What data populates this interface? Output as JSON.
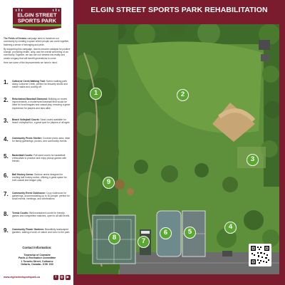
{
  "title": "ELGIN STREET SPORTS PARK REHABILITATION",
  "logo": {
    "line1": "ELGIN STREET",
    "line2": "SPORTS PARK",
    "brand_color": "#7b1b2e",
    "accent_color": "#5aa832"
  },
  "intro": {
    "bold": "The Fields of Dreams",
    "p1": "campaign aims to transform our community by creating a space where people can come together, fostering a sense of belonging and pride.",
    "p2": "By supporting this campaign, donors become catalysts for positive change, promoting health, unity, and the overall well-being of our community. Together, we can turn our dreams into reality and create a legacy that will benefit generations to come.",
    "p3": "Here are some of the improvements we have in mind:"
  },
  "items": [
    {
      "num": "1.",
      "title": "Colborne Creek Walking Trail:",
      "desc": "Scenic walking path along Colborne Creek, perfect for leisurely strolls and nature walks and cooling off."
    },
    {
      "num": "2.",
      "title": "Refurbished Baseball Diamond:",
      "desc": "Building on recent improvements, a modernized baseball field would be ideal for local leagues and casual play, ensuring a great experience for players and fans alike."
    },
    {
      "num": "3.",
      "title": "Beach Volleyball Courts:",
      "desc": "Sand courts available for beach volleyball fun, a great spot for players of all ages."
    },
    {
      "num": "4.",
      "title": "Community Picnic Shelter:",
      "desc": "Covered picnic area, ideal for family gatherings, picnics, and community events."
    },
    {
      "num": "5.",
      "title": "Basketball Courts:",
      "desc": "Full sized courts for basketball enthusiasts to practice and enjoy pickup games with friends."
    },
    {
      "num": "6.",
      "title": "Ball Hockey Arena:",
      "desc": "Outdoor arena designed for exciting ball hockey action, offering a great space for both casual and league play."
    },
    {
      "num": "7.",
      "title": "Community Event Clubhouse:",
      "desc": "Cozy clubhouse for gatherings, accommodating up to 30 people, perfect for small events, meetings, and celebrations."
    },
    {
      "num": "8.",
      "title": "Tennis Courts:",
      "desc": "Well-maintained courts for friendly games and competitive matches, open to all skill levels."
    },
    {
      "num": "9.",
      "title": "Community Flower Gardens:",
      "desc": "Beautifully landscaped gardens, adding a touch of nature and color to the park."
    }
  ],
  "contact": {
    "heading": "Contact Information:",
    "org1": "Township of Cramahe",
    "org2": "Parks & Recreation Committee",
    "addr1": "1 Toronto Street, Colborne",
    "addr2": "Ontario, Canada - K0K 1S0"
  },
  "footer": {
    "url": "www.elginstreetsportspark.ca",
    "social_icons": [
      "facebook-icon",
      "instagram-icon",
      "youtube-icon"
    ],
    "social_glyphs": [
      "f",
      "◎",
      "▶"
    ]
  },
  "markers": [
    "1",
    "2",
    "3",
    "4",
    "5",
    "6",
    "7",
    "8",
    "9"
  ],
  "colors": {
    "brand": "#7b1b2e",
    "marker": "#5aa832",
    "grass": "#5e8f3a",
    "court": "#5c7b6c"
  }
}
